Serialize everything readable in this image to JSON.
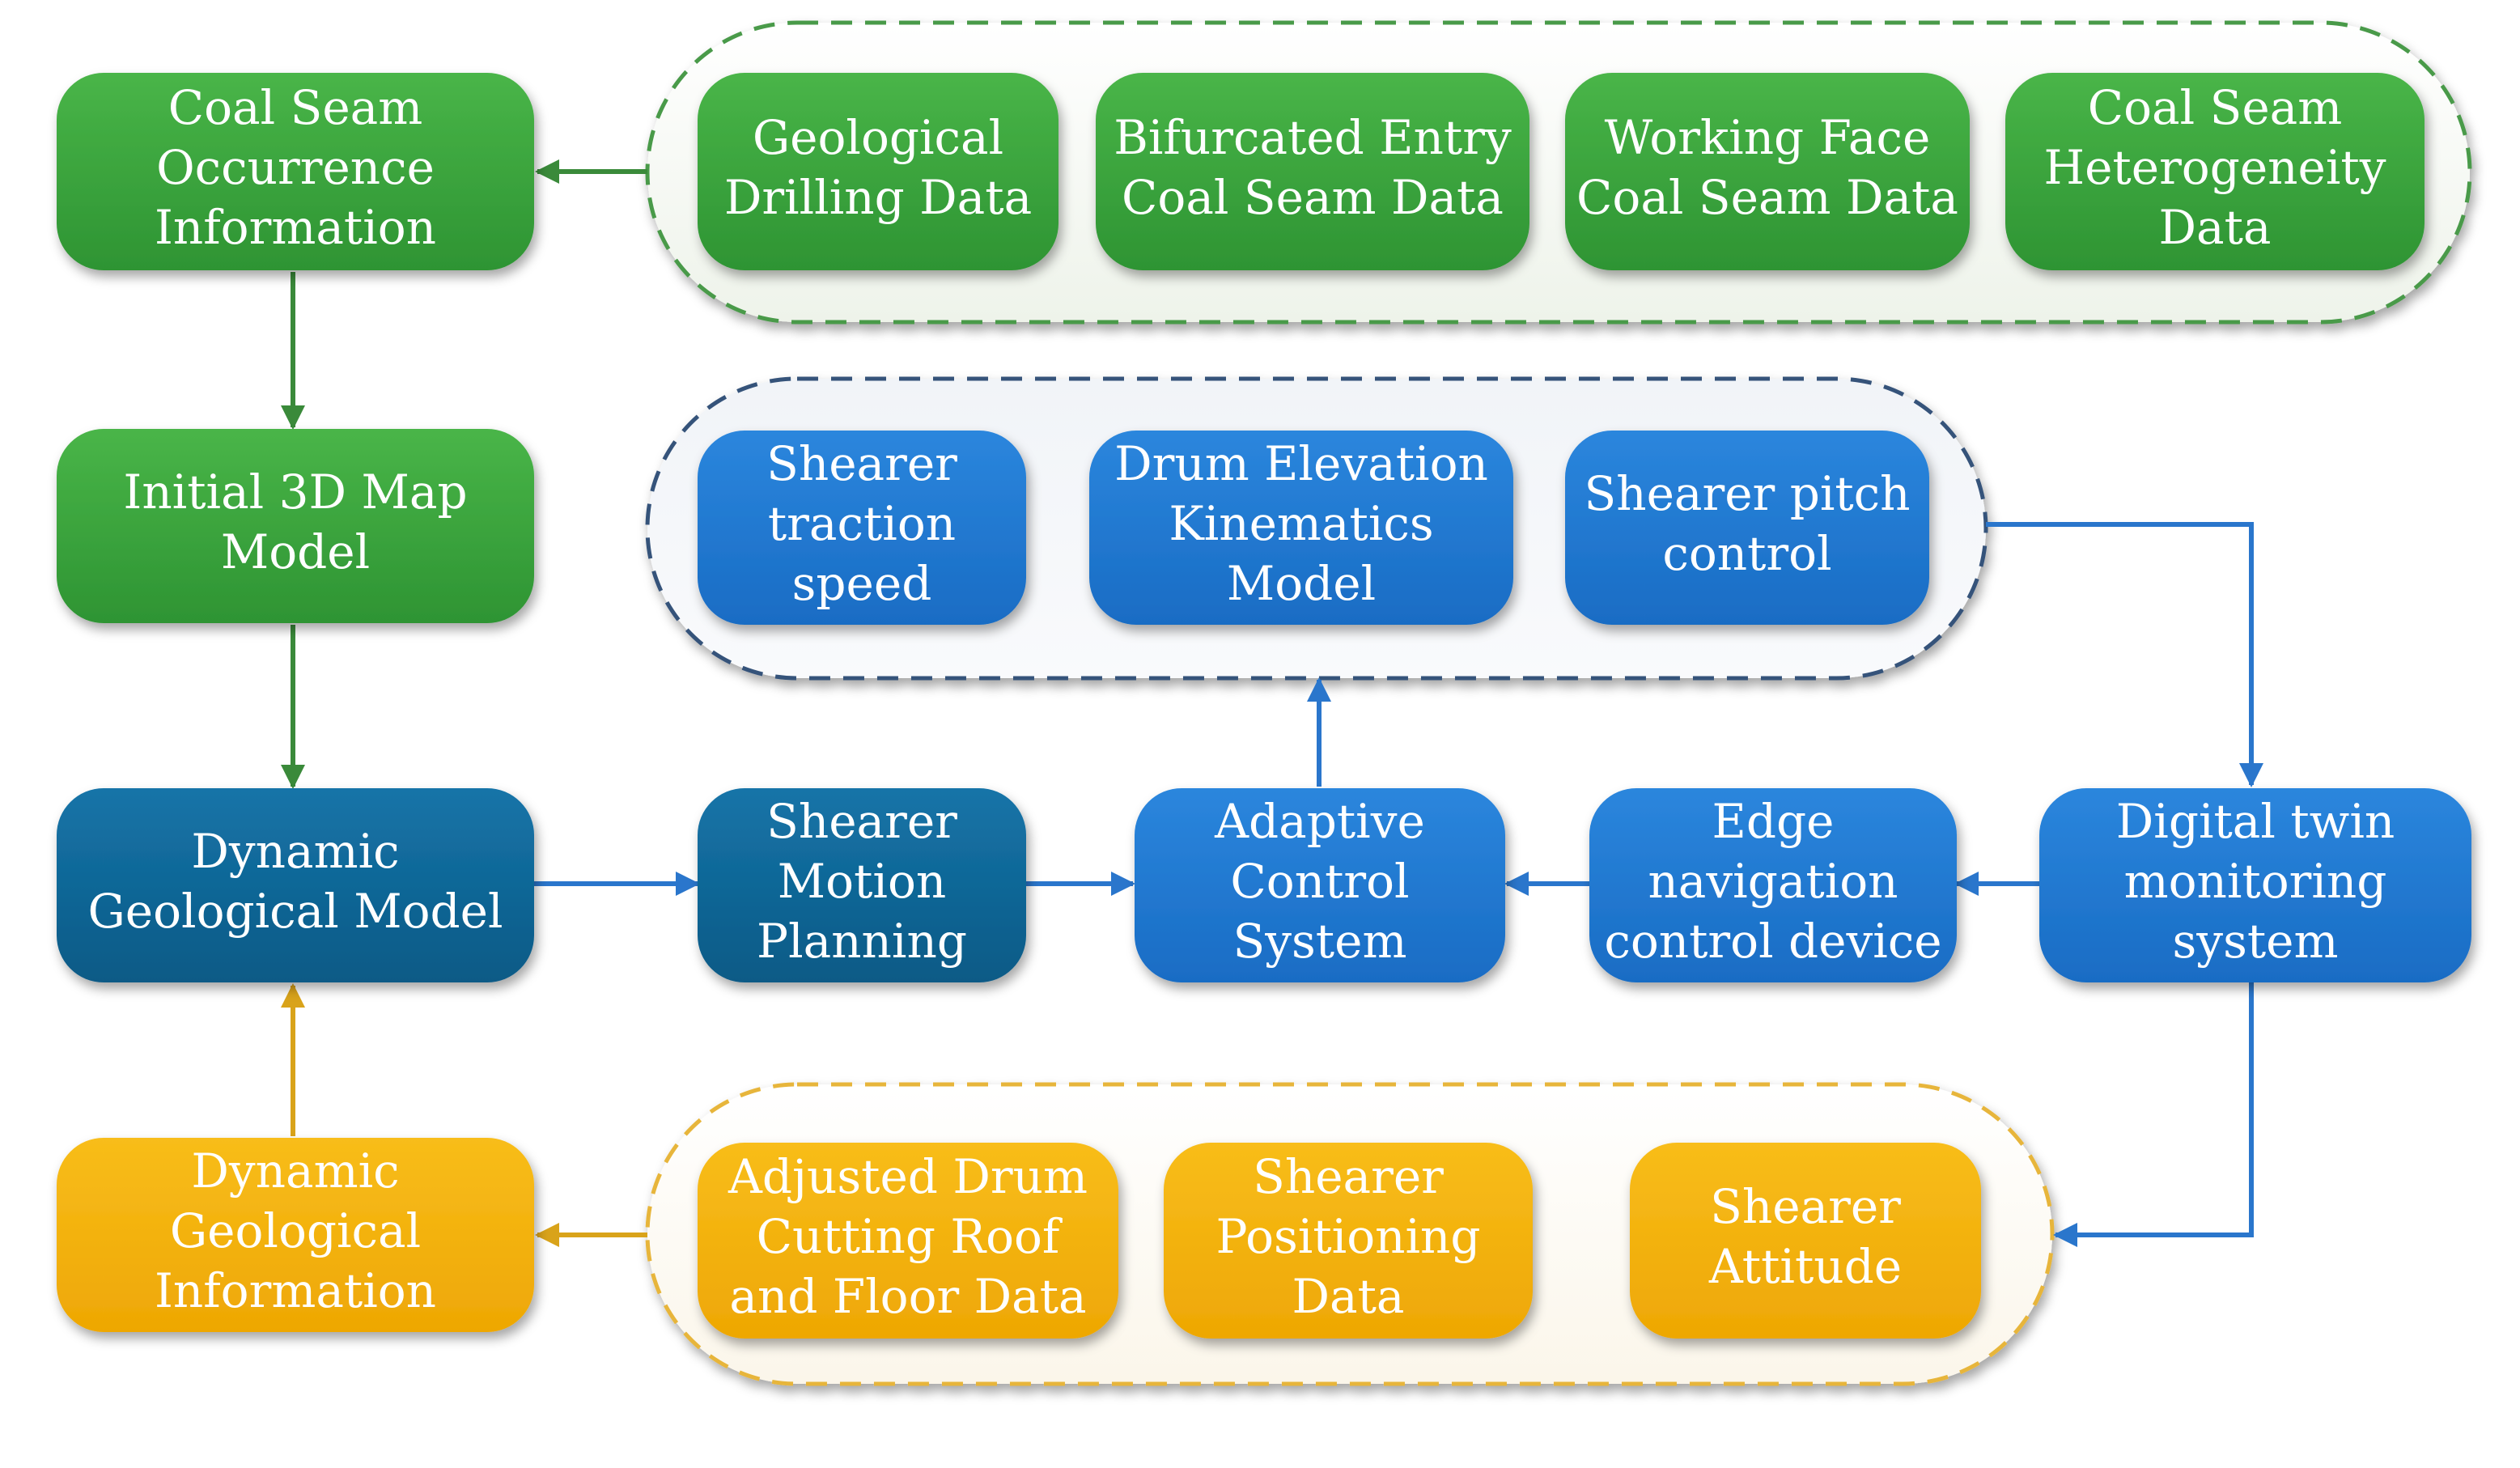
{
  "colors": {
    "green": "#3aa53a",
    "green_dark": "#2a8a2f",
    "teal": "#0f6696",
    "teal_dark": "#0a5178",
    "blue": "#1e78d2",
    "blue_dark": "#155fae",
    "yellow": "#f3b107",
    "yellow_dark": "#d99a00",
    "arrow_green": "#3a8a3a",
    "arrow_blue": "#2a76cc",
    "arrow_yellow": "#d9a31a",
    "dashed_green": "#4a9a4a",
    "dashed_blue": "#35527a",
    "dashed_yellow": "#e7b53a"
  },
  "nodes": {
    "coal_seam_occurrence": [
      "Coal Seam",
      "Occurrence",
      "Information"
    ],
    "geological_drilling": [
      "Geological",
      "Drilling Data"
    ],
    "bifurcated_entry": [
      "Bifurcated Entry",
      "Coal Seam Data"
    ],
    "working_face": [
      "Working Face",
      "Coal Seam Data"
    ],
    "coal_seam_heterogeneity": [
      "Coal Seam",
      "Heterogeneity",
      "Data"
    ],
    "initial_3d_map": [
      "Initial 3D Map",
      "Model"
    ],
    "shearer_traction": [
      "Shearer",
      "traction",
      "speed"
    ],
    "drum_elevation": [
      "Drum Elevation",
      "Kinematics",
      "Model"
    ],
    "shearer_pitch": [
      "Shearer  pitch",
      "control"
    ],
    "dynamic_geological_model": [
      "Dynamic",
      "Geological Model"
    ],
    "shearer_motion_planning": [
      "Shearer",
      "Motion",
      "Planning"
    ],
    "adaptive_control": [
      "Adaptive",
      "Control",
      "System"
    ],
    "edge_navigation": [
      "Edge",
      "navigation",
      "control device"
    ],
    "digital_twin": [
      "Digital twin",
      "monitoring",
      "system"
    ],
    "dynamic_geological_information": [
      "Dynamic",
      "Geological",
      "Information"
    ],
    "adjusted_drum": [
      "Adjusted Drum",
      "Cutting Roof",
      "and Floor Data"
    ],
    "shearer_positioning": [
      "Shearer",
      "Positioning",
      "Data"
    ],
    "shearer_attitude": [
      "Shearer",
      "Attitude"
    ]
  }
}
